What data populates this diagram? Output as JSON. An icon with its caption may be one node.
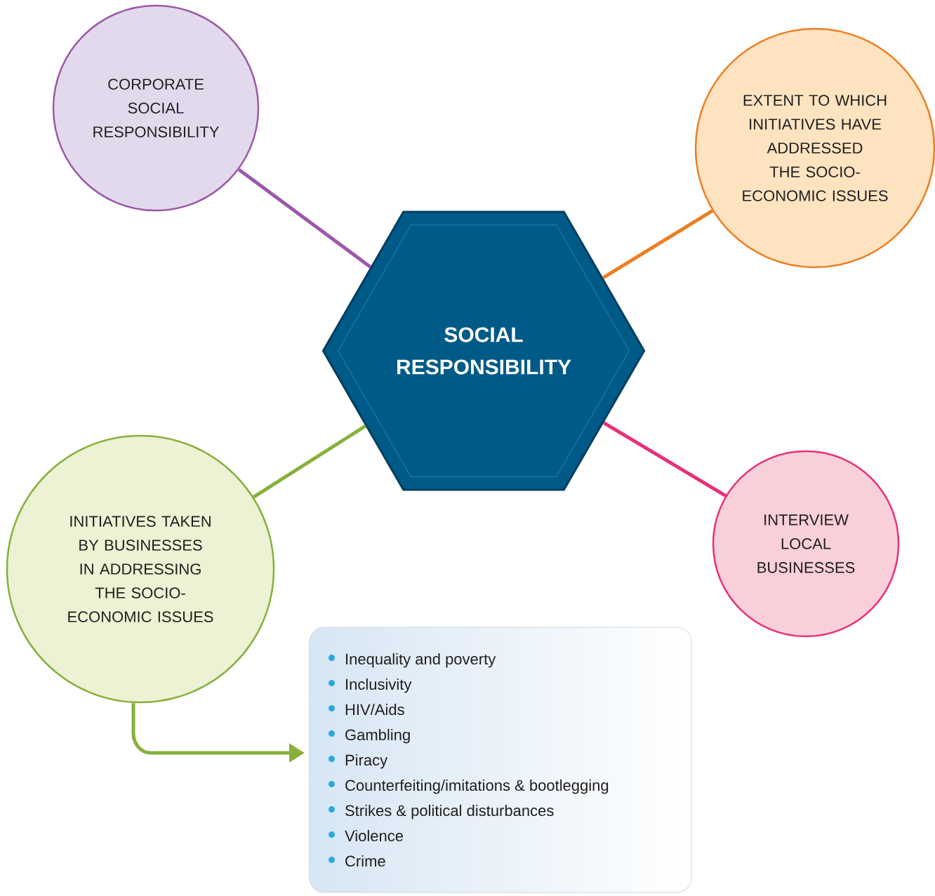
{
  "diagram": {
    "nodes": [
      {
        "text": [
          "SOCIAL RESPONSIBILITY"
        ]
      },
      {
        "text": [
          "CORPORATE SOCIAL RESPONSIBILITY"
        ]
      },
      {
        "text": [
          "EXTENT TO WHICH INITIATIVES HAVE ADDRESSED THE SOCIO-ECONOMIC ISSUES"
        ]
      },
      {
        "text": [
          "INITIATIVES TAKEN BY BUSINESSES IN ADDRESSING THE SOCIO-ECONOMIC ISSUES"
        ]
      },
      {
        "text": [
          "INTERVIEW LOCAL BUSINESSES"
        ]
      },
      {
        "text": [
          "Inequality and poverty",
          "Inclusivity",
          "HIV/Aids",
          "Gambling",
          "Piracy",
          "Counterfeiting/imitations & bootlegging",
          "Strikes & political disturbances",
          "Violence",
          "Crime"
        ]
      }
    ],
    "edges": [
      {
        "from": 0,
        "to": 1,
        "arrow": "none",
        "color": "#9b59a8"
      },
      {
        "from": 0,
        "to": 2,
        "arrow": "none",
        "color": "#ee7d22"
      },
      {
        "from": 0,
        "to": 3,
        "arrow": "none",
        "color": "#87b03c"
      },
      {
        "from": 0,
        "to": 4,
        "arrow": "none",
        "color": "#e8307a"
      },
      {
        "from": 3,
        "to": 5,
        "arrow": "to",
        "color": "#87b03c"
      }
    ]
  }
}
